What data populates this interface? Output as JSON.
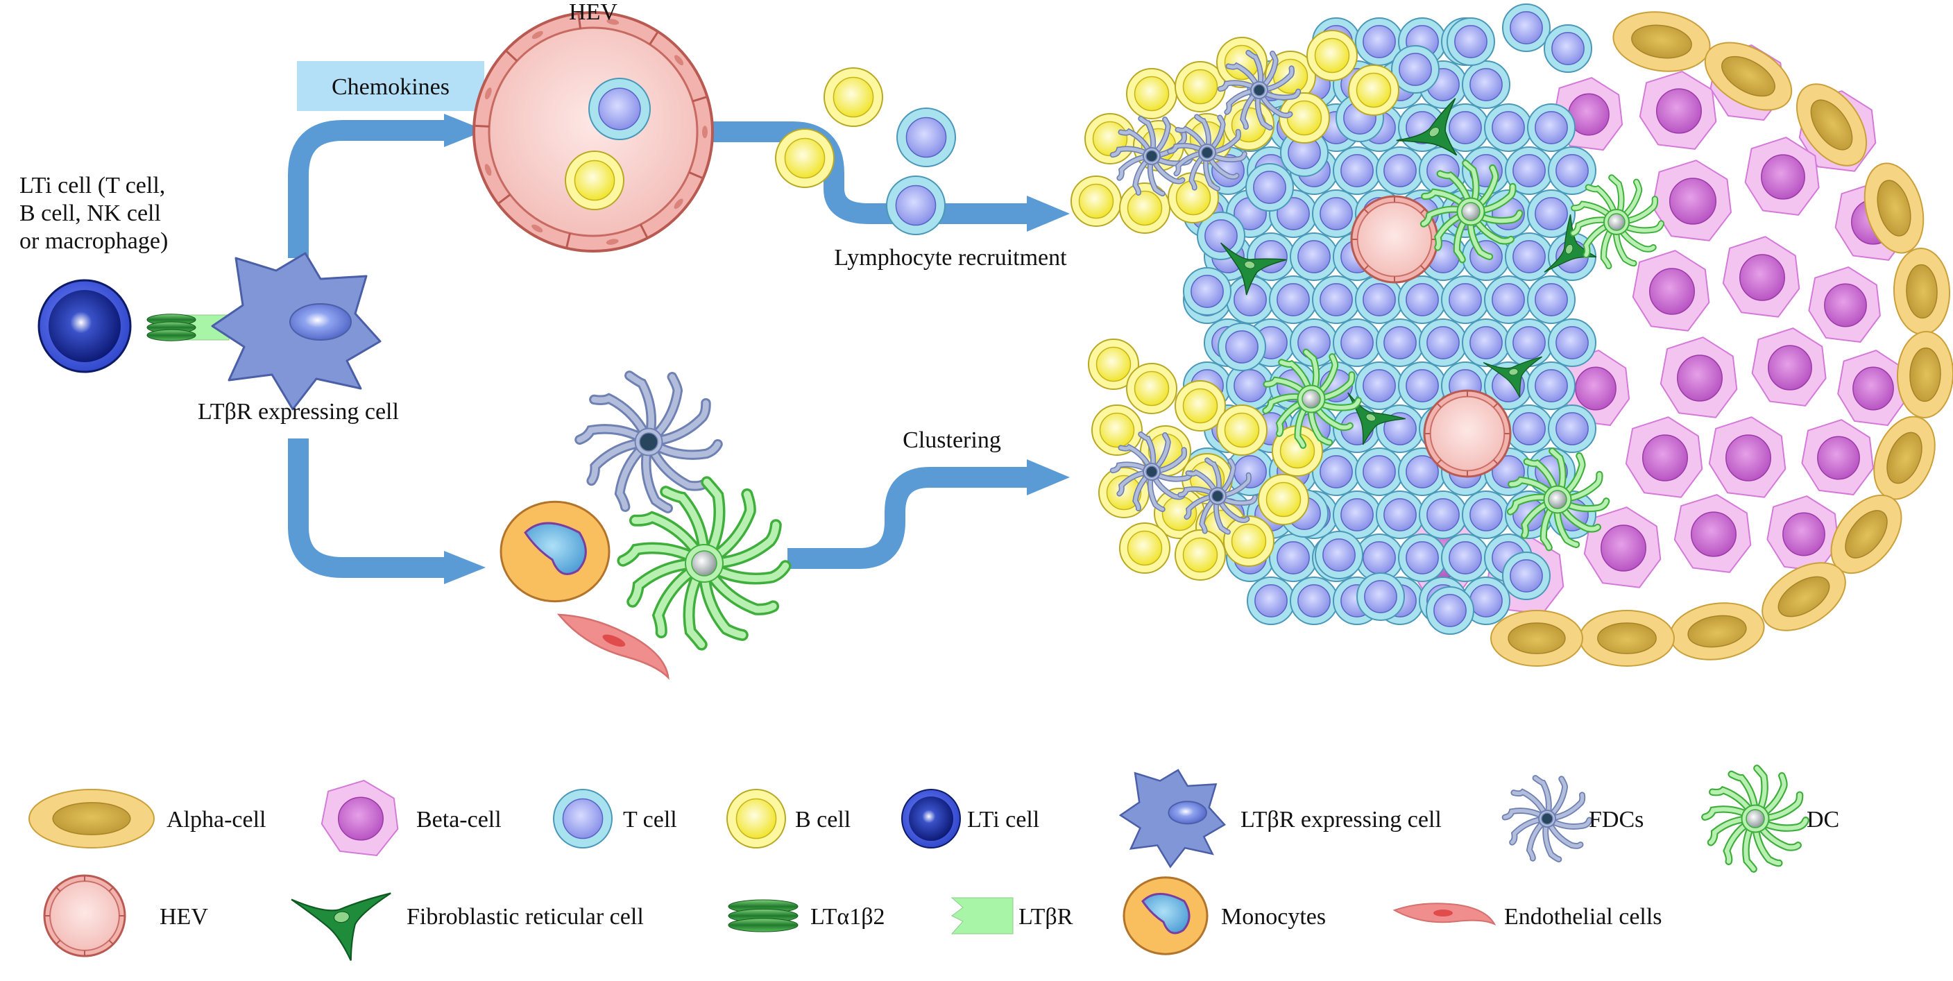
{
  "labels": {
    "hev_top": "HEV",
    "chemokines": "Chemokines",
    "lti_line1": "LTi cell (T cell,",
    "lti_line2": "B cell, NK cell",
    "lti_line3": "or macrophage)",
    "ltbr_cell": "LTβR expressing cell",
    "lymphocyte_recruitment": "Lymphocyte recruitment",
    "clustering": "Clustering"
  },
  "legend": {
    "row1": [
      "Alpha-cell",
      "Beta-cell",
      "T cell",
      "B cell",
      "LTi cell",
      "LTβR expressing cell",
      "FDCs",
      "DC"
    ],
    "row2": [
      "HEV",
      "Fibroblastic reticular cell",
      "LTα1β2",
      "LTβR",
      "Monocytes",
      "Endothelial cells"
    ]
  },
  "colors": {
    "arrow": "#5b9bd5",
    "chemokine_box": "#b3e0f7",
    "alpha_fill": "#f5d483",
    "alpha_nucleus": "#c9a53a",
    "beta_fill": "#f4c4f0",
    "beta_nucleus": "#b64fc0",
    "tcell_outer": "#a9e2ef",
    "tcell_inner": "#8f97ea",
    "bcell_outer": "#fdf8a0",
    "bcell_inner": "#f1e420",
    "lti_outer": "#2e44c8",
    "lti_inner": "#08146e",
    "ltbr_cell": "#7f93d3",
    "fdc": "#8597c6",
    "dc": "#62d65e",
    "hev_fill": "#f6c7c3",
    "hev_wall": "#e08f88",
    "frc": "#1e8c3a",
    "lt_ab": "#2e8f3a",
    "ltbr_receptor": "#a8f5a8",
    "monocyte_fill": "#f9bf5e",
    "monocyte_nucleus": "#5fb0e0",
    "endothelial": "#f08d8d"
  }
}
